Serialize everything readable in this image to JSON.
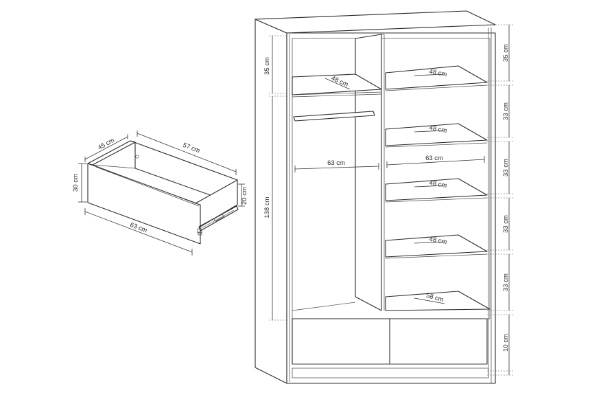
{
  "drawer": {
    "depth_label": "45 cm",
    "length_label": "57 cm",
    "height_label": "30 cm",
    "inner_height_label": "20 cm",
    "width_label": "63 cm"
  },
  "wardrobe": {
    "right_dims": [
      "35 cm",
      "33 cm",
      "33 cm",
      "33 cm",
      "33 cm",
      "10 cm"
    ],
    "left_dims": [
      "35 cm",
      "138 cm"
    ],
    "shelf_depths": [
      "48 cm",
      "48 cm",
      "48 cm",
      "48 cm",
      "48 cm",
      "58 cm"
    ],
    "widths": [
      "63 cm",
      "63 cm"
    ]
  }
}
